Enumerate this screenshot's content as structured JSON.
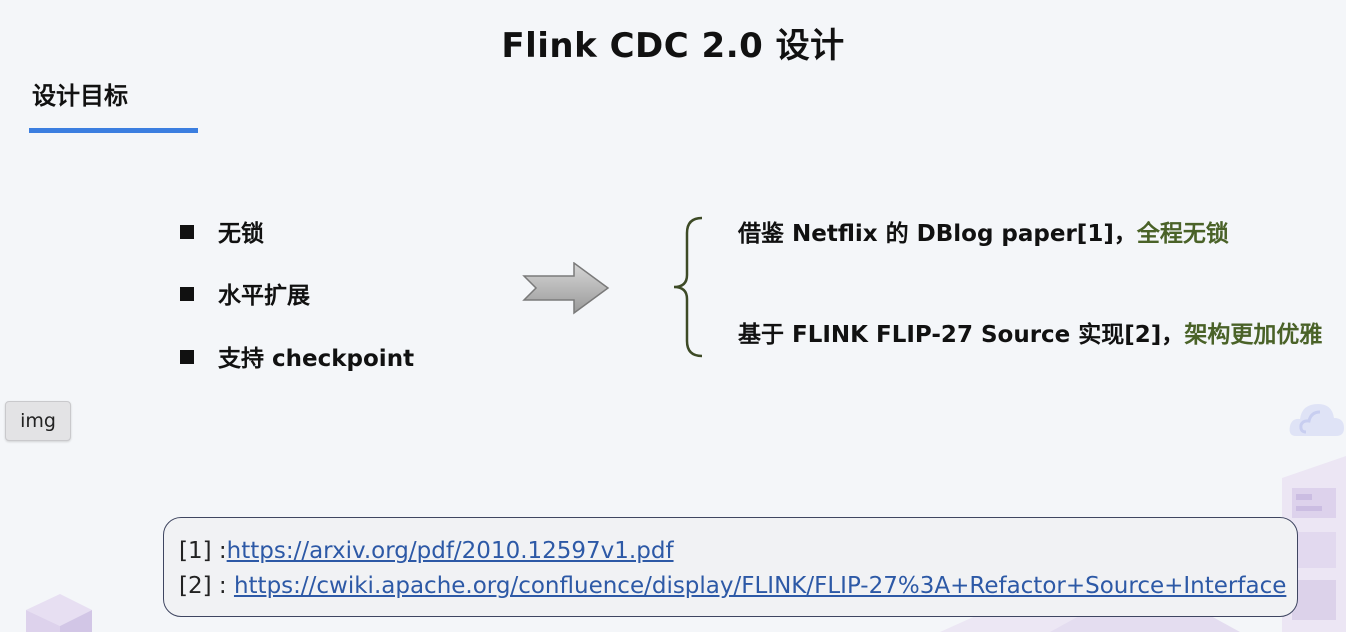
{
  "slide": {
    "title": "Flink CDC 2.0 设计",
    "section_title": "设计目标"
  },
  "goals": [
    "无锁",
    "水平扩展",
    "支持 checkpoint"
  ],
  "claims": [
    {
      "text": "借鉴 Netflix 的 DBlog  paper[1]，",
      "highlight": "全程无锁"
    },
    {
      "text": "基于 FLINK FLIP-27 Source 实现[2]，",
      "highlight": "架构更加优雅"
    }
  ],
  "img_chip": {
    "label": "img"
  },
  "references": [
    {
      "prefix": "[1] :",
      "link": "https://arxiv.org/pdf/2010.12597v1.pdf"
    },
    {
      "prefix": "[2] : ",
      "link": "https://cwiki.apache.org/confluence/display/FLINK/FLIP-27%3A+Refactor+Source+Interface"
    }
  ],
  "colors": {
    "accent_underline": "#3b7ee0",
    "highlight_green": "#4a6228",
    "link_blue": "#2d59a6",
    "brace_green": "#3d4a26"
  }
}
